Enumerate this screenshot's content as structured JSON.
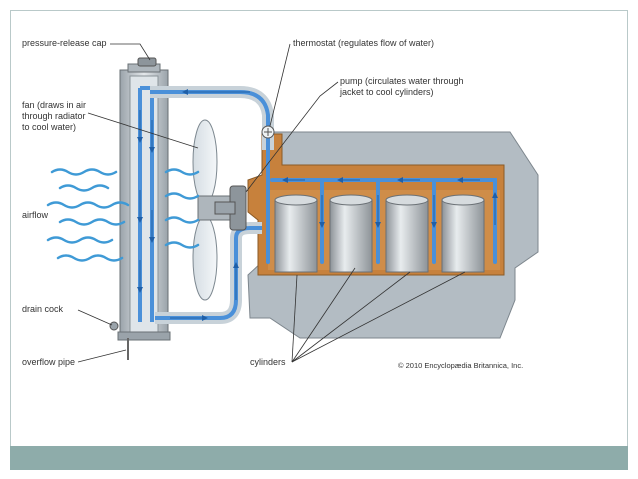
{
  "labels": {
    "pressure_release_cap": "pressure-release cap",
    "fan_line1": "fan (draws in air",
    "fan_line2": "through radiator",
    "fan_line3": "to cool water)",
    "airflow": "airflow",
    "drain_cock": "drain cock",
    "overflow_pipe": "overflow pipe",
    "thermostat": "thermostat (regulates flow of water)",
    "pump_line1": "pump (circulates water through",
    "pump_line2": "jacket to cool cylinders)",
    "cylinders": "cylinders",
    "credit": "© 2010 Encyclopædia Britannica, Inc."
  },
  "colors": {
    "bottom_bar": "#8eacaa",
    "coolant_water": "#4a90d9",
    "water_jacket": "#c7813c",
    "engine_block": "#b3bcc3",
    "air_stream": "#3f9ad6"
  },
  "icons": [
    "fan-icon",
    "arrow-icon",
    "cylinder-icon"
  ]
}
